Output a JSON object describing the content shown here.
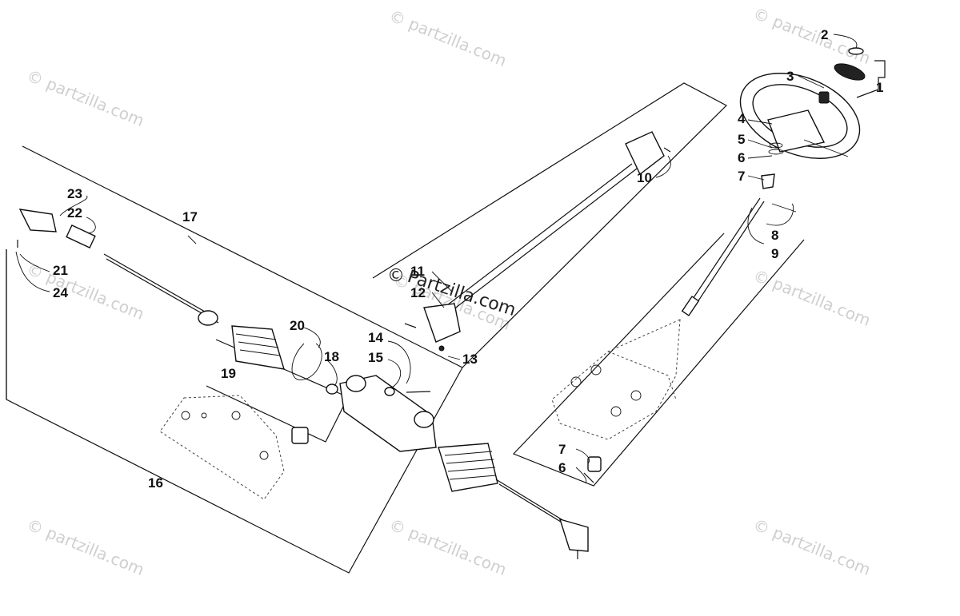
{
  "watermarks": [
    "© partzilla.com",
    "© partzilla.com",
    "© partzilla.com",
    "© partzilla.com",
    "© partzilla.com",
    "© partzilla.com",
    "© partzilla.com",
    "© partzilla.com",
    "© partzilla.com"
  ],
  "center_watermark": {
    "symbol": "©",
    "text": "Partzilla.com"
  },
  "callouts": [
    "1",
    "2",
    "3",
    "4",
    "5",
    "6",
    "7",
    "8",
    "9",
    "10",
    "11",
    "12",
    "13",
    "14",
    "15",
    "16",
    "17",
    "18",
    "19",
    "20",
    "21",
    "22",
    "23",
    "24",
    "7",
    "6"
  ],
  "colors": {
    "line": "#111111",
    "watermark": "#cfcfcf",
    "background": "#ffffff"
  }
}
